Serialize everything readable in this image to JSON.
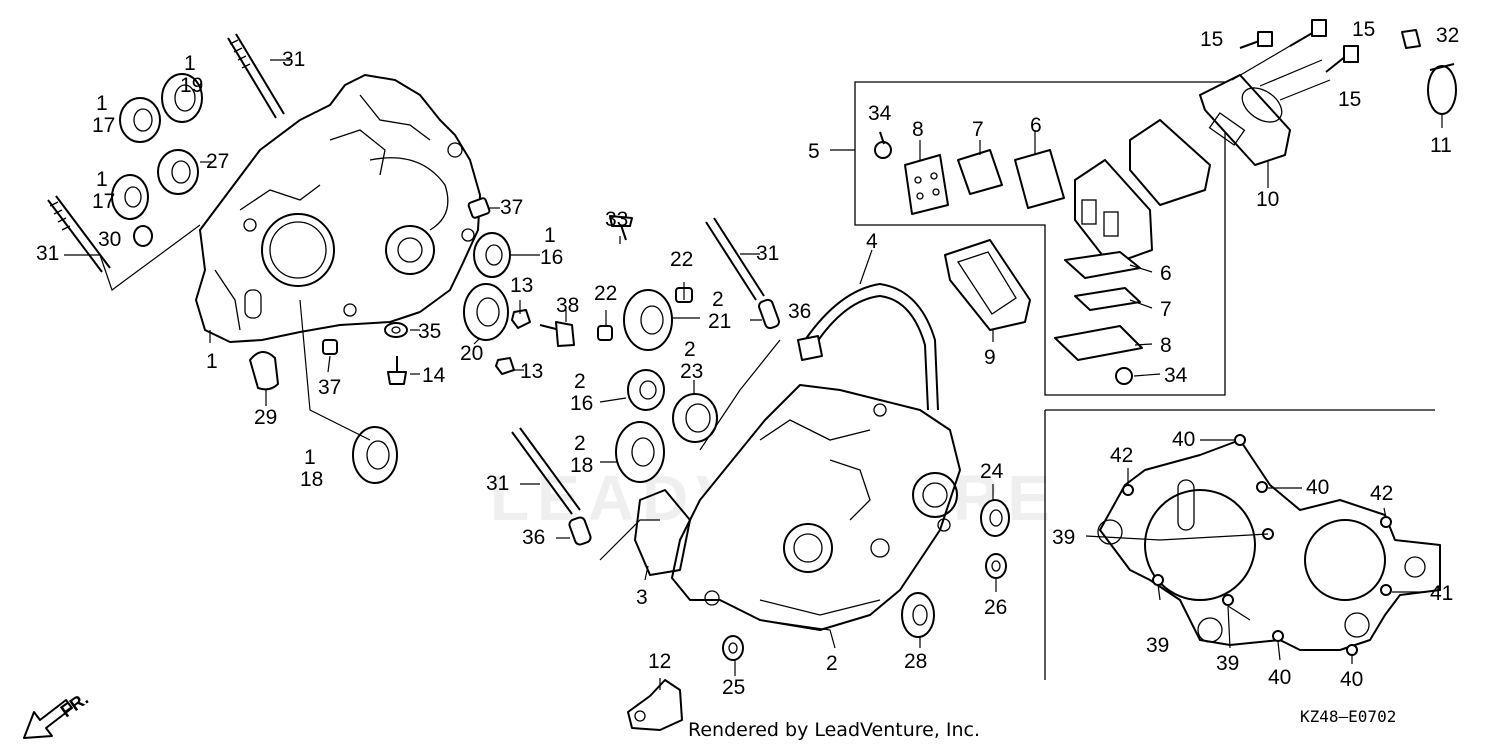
{
  "diagram": {
    "callouts": [
      {
        "qty": "1",
        "ref": "19"
      },
      {
        "qty": "",
        "ref": "31"
      },
      {
        "qty": "1",
        "ref": "17"
      },
      {
        "qty": "",
        "ref": "27"
      },
      {
        "qty": "1",
        "ref": "17"
      },
      {
        "qty": "",
        "ref": "30"
      },
      {
        "qty": "",
        "ref": "31"
      },
      {
        "qty": "",
        "ref": "1"
      },
      {
        "qty": "",
        "ref": "37"
      },
      {
        "qty": "1",
        "ref": "16"
      },
      {
        "qty": "",
        "ref": "35"
      },
      {
        "qty": "",
        "ref": "37"
      },
      {
        "qty": "",
        "ref": "14"
      },
      {
        "qty": "",
        "ref": "29"
      },
      {
        "qty": "1",
        "ref": "18"
      },
      {
        "qty": "",
        "ref": "20"
      },
      {
        "qty": "",
        "ref": "13"
      },
      {
        "qty": "",
        "ref": "38"
      },
      {
        "qty": "",
        "ref": "13"
      },
      {
        "qty": "",
        "ref": "33"
      },
      {
        "qty": "",
        "ref": "22"
      },
      {
        "qty": "",
        "ref": "22"
      },
      {
        "qty": "2",
        "ref": "21"
      },
      {
        "qty": "2",
        "ref": "16"
      },
      {
        "qty": "2",
        "ref": "23"
      },
      {
        "qty": "2",
        "ref": "18"
      },
      {
        "qty": "",
        "ref": "31"
      },
      {
        "qty": "",
        "ref": "36"
      },
      {
        "qty": "",
        "ref": "31"
      },
      {
        "qty": "",
        "ref": "36"
      },
      {
        "qty": "",
        "ref": "3"
      },
      {
        "qty": "",
        "ref": "4"
      },
      {
        "qty": "",
        "ref": "2"
      },
      {
        "qty": "",
        "ref": "24"
      },
      {
        "qty": "",
        "ref": "26"
      },
      {
        "qty": "",
        "ref": "28"
      },
      {
        "qty": "",
        "ref": "25"
      },
      {
        "qty": "",
        "ref": "12"
      },
      {
        "qty": "",
        "ref": "9"
      },
      {
        "qty": "",
        "ref": "5"
      },
      {
        "qty": "",
        "ref": "34"
      },
      {
        "qty": "",
        "ref": "8"
      },
      {
        "qty": "",
        "ref": "7"
      },
      {
        "qty": "",
        "ref": "6"
      },
      {
        "qty": "",
        "ref": "6"
      },
      {
        "qty": "",
        "ref": "7"
      },
      {
        "qty": "",
        "ref": "8"
      },
      {
        "qty": "",
        "ref": "34"
      },
      {
        "qty": "",
        "ref": "15"
      },
      {
        "qty": "",
        "ref": "15"
      },
      {
        "qty": "",
        "ref": "15"
      },
      {
        "qty": "",
        "ref": "10"
      },
      {
        "qty": "",
        "ref": "32"
      },
      {
        "qty": "",
        "ref": "11"
      },
      {
        "qty": "",
        "ref": "40"
      },
      {
        "qty": "",
        "ref": "42"
      },
      {
        "qty": "",
        "ref": "40"
      },
      {
        "qty": "",
        "ref": "42"
      },
      {
        "qty": "",
        "ref": "39"
      },
      {
        "qty": "",
        "ref": "41"
      },
      {
        "qty": "",
        "ref": "39"
      },
      {
        "qty": "",
        "ref": "39"
      },
      {
        "qty": "",
        "ref": "40"
      },
      {
        "qty": "",
        "ref": "40"
      }
    ],
    "direction_label": "FR.",
    "diagram_code": "KZ48—E0702",
    "credit": "Rendered by LeadVenture, Inc.",
    "watermark": "LEADVENTURE"
  }
}
